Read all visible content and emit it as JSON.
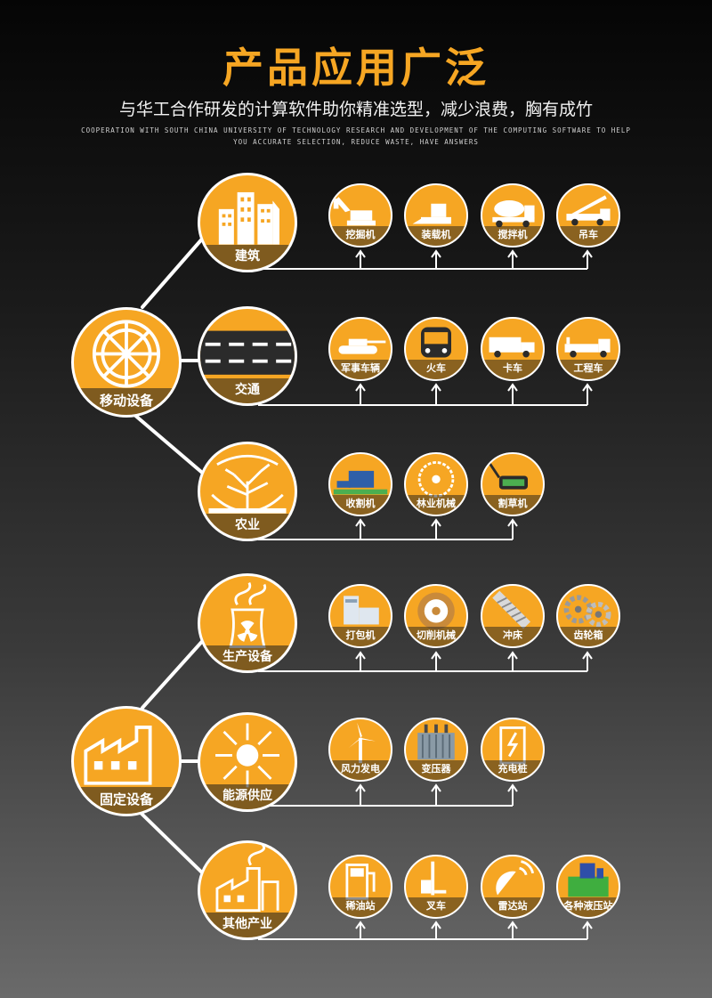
{
  "header": {
    "title": "产品应用广泛",
    "subtitle": "与华工合作研发的计算软件助你精准选型，减少浪费，胸有成竹",
    "en_line1": "COOPERATION WITH SOUTH CHINA UNIVERSITY OF TECHNOLOGY RESEARCH AND DEVELOPMENT OF THE COMPUTING SOFTWARE TO HELP",
    "en_line2": "YOU ACCURATE SELECTION, REDUCE WASTE, HAVE ANSWERS"
  },
  "colors": {
    "accent": "#f6a623",
    "dark": "#2b2b2b",
    "white": "#ffffff"
  },
  "mobile": {
    "label": "移动设备",
    "icon": "wheel-icon",
    "groups": [
      {
        "label": "建筑",
        "icon": "buildings-icon",
        "items": [
          {
            "label": "挖掘机",
            "icon": "excavator-icon"
          },
          {
            "label": "装载机",
            "icon": "loader-icon"
          },
          {
            "label": "搅拌机",
            "icon": "mixer-truck-icon"
          },
          {
            "label": "吊车",
            "icon": "crane-truck-icon"
          }
        ]
      },
      {
        "label": "交通",
        "icon": "road-icon",
        "items": [
          {
            "label": "军事车辆",
            "icon": "tank-icon"
          },
          {
            "label": "火车",
            "icon": "train-icon"
          },
          {
            "label": "卡车",
            "icon": "truck-icon"
          },
          {
            "label": "工程车",
            "icon": "engineering-truck-icon"
          }
        ]
      },
      {
        "label": "农业",
        "icon": "tree-icon",
        "items": [
          {
            "label": "收割机",
            "icon": "harvester-icon"
          },
          {
            "label": "林业机械",
            "icon": "saw-blade-icon"
          },
          {
            "label": "割草机",
            "icon": "lawn-mower-icon"
          }
        ]
      }
    ]
  },
  "fixed": {
    "label": "固定设备",
    "icon": "factory-icon",
    "groups": [
      {
        "label": "生产设备",
        "icon": "nuclear-plant-icon",
        "items": [
          {
            "label": "打包机",
            "icon": "packing-machine-icon"
          },
          {
            "label": "切削机械",
            "icon": "cutting-disc-icon"
          },
          {
            "label": "冲床",
            "icon": "screw-icon"
          },
          {
            "label": "齿轮箱",
            "icon": "gears-icon"
          }
        ]
      },
      {
        "label": "能源供应",
        "icon": "energy-arrows-icon",
        "items": [
          {
            "label": "风力发电",
            "icon": "wind-turbine-icon"
          },
          {
            "label": "变压器",
            "icon": "transformer-icon"
          },
          {
            "label": "充电桩",
            "icon": "charging-pile-icon"
          }
        ]
      },
      {
        "label": "其他产业",
        "icon": "industry-icon",
        "items": [
          {
            "label": "稀油站",
            "icon": "fuel-station-icon"
          },
          {
            "label": "叉车",
            "icon": "forklift-icon"
          },
          {
            "label": "雷达站",
            "icon": "radar-icon"
          },
          {
            "label": "各种液压站",
            "icon": "hydraulic-station-icon"
          }
        ]
      }
    ]
  }
}
